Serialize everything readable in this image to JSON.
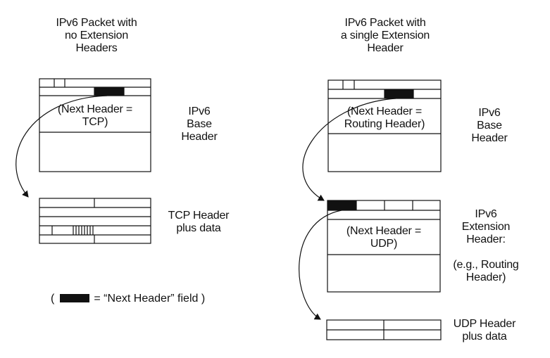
{
  "left_panel": {
    "title": "IPv6 Packet with\nno Extension\nHeaders",
    "base_header_field": "(Next Header =\nTCP)",
    "base_header_label": "IPv6\nBase\nHeader",
    "tcp_label": "TCP Header\nplus data"
  },
  "right_panel": {
    "title": "IPv6 Packet with\na single Extension\nHeader",
    "base_header_field": "(Next Header =\nRouting Header)",
    "base_header_label": "IPv6\nBase\nHeader",
    "ext_header_field": "(Next Header =\nUDP)",
    "ext_header_label": "IPv6\nExtension\nHeader:",
    "ext_header_example": "(e.g., Routing\nHeader)",
    "udp_label": "UDP Header\nplus data"
  },
  "legend": {
    "open": "(",
    "text": "= “Next Header” field",
    "close": ")"
  },
  "colors": {
    "ink": "#111111",
    "paper": "#ffffff"
  }
}
